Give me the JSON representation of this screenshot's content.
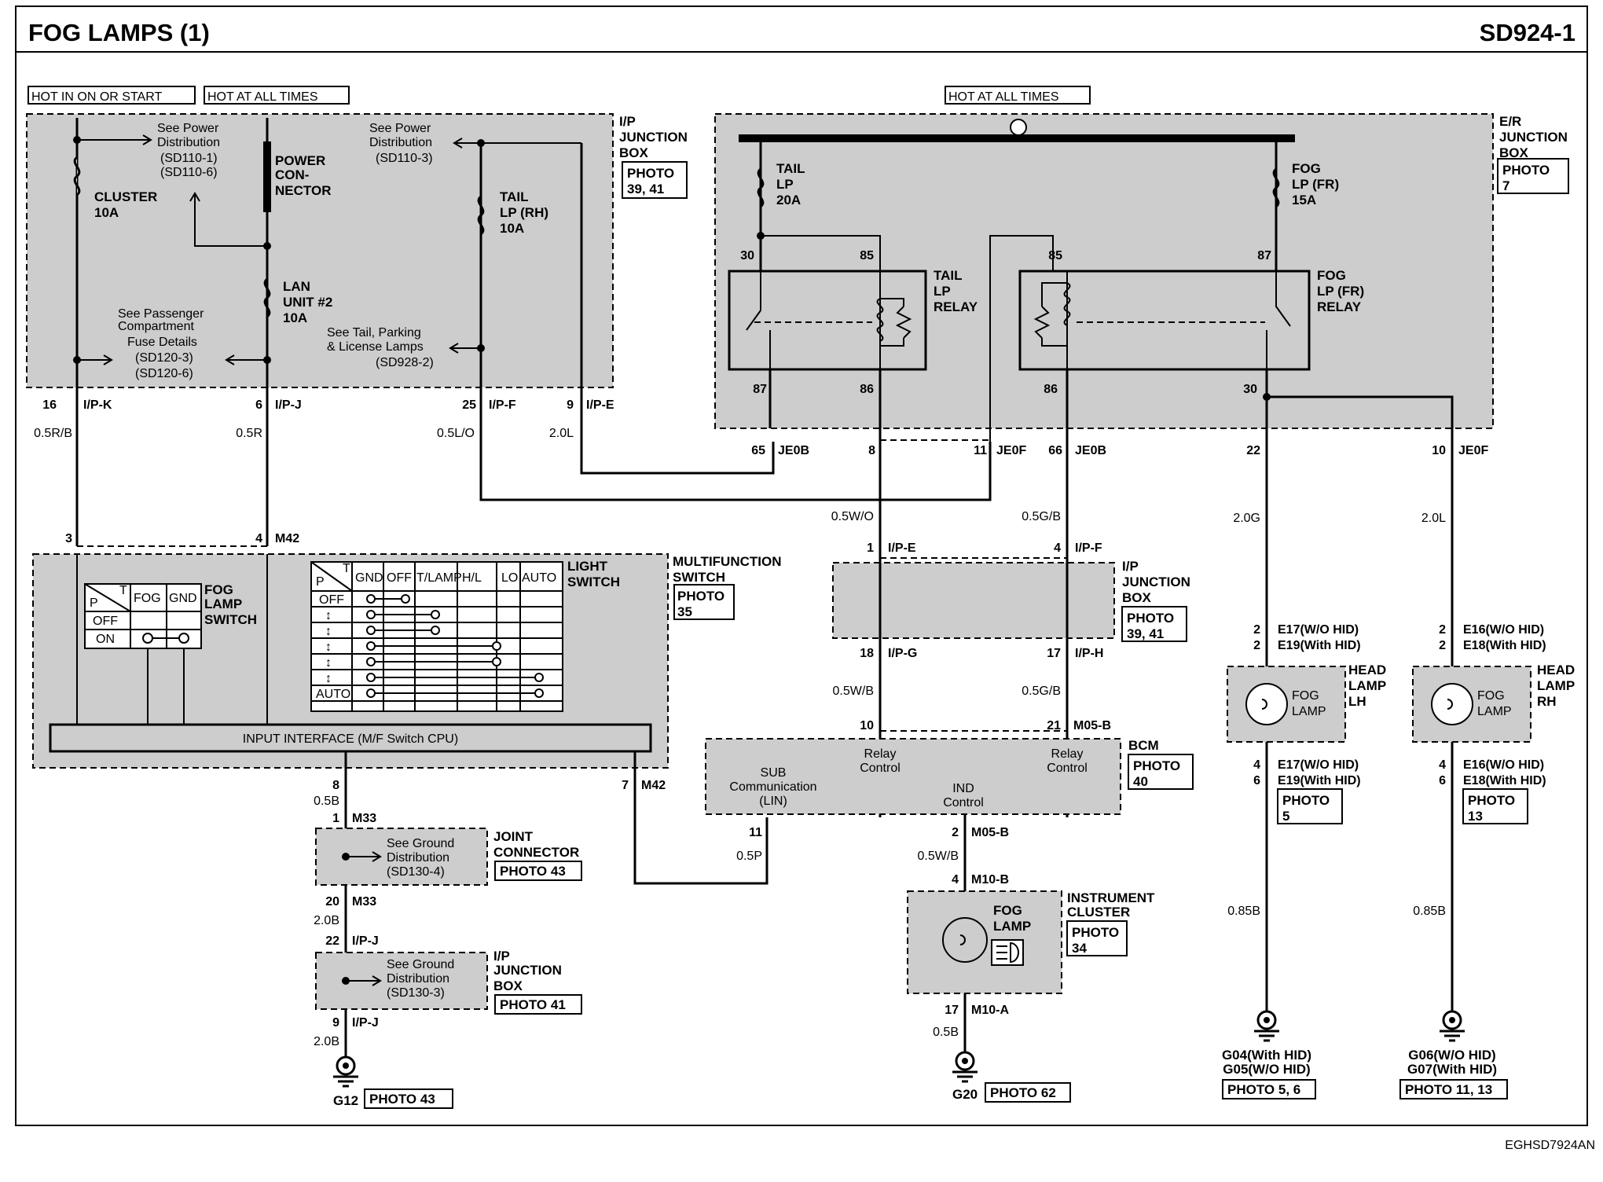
{
  "title": "FOG LAMPS (1)",
  "sheet_id": "SD924-1",
  "footer_code": "EGHSD7924AN",
  "power_labels": {
    "hot_in_on_or_start": "HOT IN ON OR START",
    "hot_at_all_times_ip": "HOT AT ALL TIMES",
    "hot_at_all_times_er": "HOT AT ALL TIMES"
  },
  "ip_junction_box": {
    "name_lines": [
      "I/P",
      "JUNCTION",
      "BOX"
    ],
    "photo_lines": [
      "PHOTO",
      "39, 41"
    ],
    "see_power_1": [
      "See Power",
      "Distribution",
      "(SD110-1)",
      "(SD110-6)"
    ],
    "power_connector": [
      "POWER",
      "CON-",
      "NECTOR"
    ],
    "cluster_fuse": [
      "CLUSTER",
      "10A"
    ],
    "lan_fuse": [
      "LAN",
      "UNIT #2",
      "10A"
    ],
    "see_passenger": [
      "See Passenger",
      "Compartment",
      "Fuse Details",
      "(SD120-3)",
      "(SD120-6)"
    ],
    "see_power_2": [
      "See Power",
      "Distribution",
      "(SD110-3)"
    ],
    "tail_fuse": [
      "TAIL",
      "LP (RH)",
      "10A"
    ],
    "see_tail": [
      "See Tail, Parking",
      "& License Lamps",
      "(SD928-2)"
    ],
    "pins": [
      {
        "num": "16",
        "conn": "I/P-K",
        "wire": "0.5R/B"
      },
      {
        "num": "6",
        "conn": "I/P-J",
        "wire": "0.5R"
      },
      {
        "num": "25",
        "conn": "I/P-F",
        "wire": "0.5L/O"
      },
      {
        "num": "9",
        "conn": "I/P-E",
        "wire": "2.0L"
      }
    ]
  },
  "er_junction_box": {
    "name_lines": [
      "E/R",
      "JUNCTION",
      "BOX"
    ],
    "photo_lines": [
      "PHOTO",
      "7"
    ],
    "tail_fuse": [
      "TAIL",
      "LP",
      "20A"
    ],
    "fog_fuse": [
      "FOG",
      "LP (FR)",
      "15A"
    ],
    "tail_relay": [
      "TAIL",
      "LP",
      "RELAY"
    ],
    "fog_relay": [
      "FOG",
      "LP (FR)",
      "RELAY"
    ],
    "relay_pins": [
      "30",
      "85",
      "87",
      "86",
      "85",
      "87",
      "86",
      "30"
    ],
    "bottom_pins": [
      {
        "num": "65",
        "conn": "JE0B"
      },
      {
        "num": "8",
        "conn": ""
      },
      {
        "num": "11",
        "conn": "JE0F"
      },
      {
        "num": "66",
        "conn": "JE0B"
      },
      {
        "num": "22",
        "conn": ""
      },
      {
        "num": "10",
        "conn": "JE0F"
      }
    ]
  },
  "multifunction_switch": {
    "name_lines": [
      "MULTIFUNCTION",
      "SWITCH"
    ],
    "photo_lines": [
      "PHOTO",
      "35"
    ],
    "top_pins": [
      {
        "num": "3",
        "conn": ""
      },
      {
        "num": "4",
        "conn": "M42"
      }
    ],
    "fog_switch": {
      "name_lines": [
        "FOG",
        "LAMP",
        "SWITCH"
      ],
      "header": [
        "P",
        "T",
        "FOG",
        "GND"
      ],
      "rows": [
        "OFF",
        "ON"
      ]
    },
    "light_switch": {
      "name_lines": [
        "LIGHT",
        "SWITCH"
      ],
      "header": [
        "P",
        "T",
        "GND",
        "OFF",
        "T/LAMP",
        "H/L",
        "LO",
        "AUTO"
      ],
      "rows": [
        "OFF",
        "↕",
        "↕",
        "↕",
        "↕",
        "↕",
        "AUTO"
      ]
    },
    "interface": "INPUT INTERFACE (M/F Switch CPU)",
    "bottom_pins": [
      {
        "num": "8",
        "conn": "",
        "wire": "0.5B"
      },
      {
        "num": "7",
        "conn": "M42",
        "wire": ""
      }
    ]
  },
  "ip_junction_box_2": {
    "name_lines": [
      "I/P",
      "JUNCTION",
      "BOX"
    ],
    "photo_lines": [
      "PHOTO",
      "39, 41"
    ],
    "in_pins": [
      {
        "num": "1",
        "conn": "I/P-E",
        "wire": "0.5W/O"
      },
      {
        "num": "4",
        "conn": "I/P-F",
        "wire": "0.5G/B"
      }
    ],
    "out_pins": [
      {
        "num": "18",
        "conn": "I/P-G",
        "wire": "0.5W/B"
      },
      {
        "num": "17",
        "conn": "I/P-H",
        "wire": "0.5G/B"
      }
    ]
  },
  "bcm": {
    "name": "BCM",
    "photo_lines": [
      "PHOTO",
      "40"
    ],
    "sub_comm": [
      "SUB",
      "Communication",
      "(LIN)"
    ],
    "relay_control_1": [
      "Relay",
      "Control"
    ],
    "relay_control_2": [
      "Relay",
      "Control"
    ],
    "ind_control": [
      "IND",
      "Control"
    ],
    "in_pins": [
      {
        "num": "10",
        "conn": ""
      },
      {
        "num": "21",
        "conn": "M05-B"
      }
    ],
    "out_pins": [
      {
        "num": "11",
        "conn": "",
        "wire": "0.5P"
      },
      {
        "num": "2",
        "conn": "M05-B",
        "wire": "0.5W/B"
      }
    ]
  },
  "joint_connector": {
    "name_lines": [
      "JOINT",
      "CONNECTOR"
    ],
    "photo": "PHOTO 43",
    "see_ground": [
      "See Ground",
      "Distribution",
      "(SD130-4)"
    ],
    "pins": [
      {
        "num": "1",
        "conn": "M33"
      },
      {
        "num": "20",
        "conn": "M33",
        "wire": "2.0B"
      }
    ]
  },
  "ip_junction_box_3": {
    "name_lines": [
      "I/P",
      "JUNCTION",
      "BOX"
    ],
    "photo": "PHOTO 41",
    "see_ground": [
      "See Ground",
      "Distribution",
      "(SD130-3)"
    ],
    "pins": [
      {
        "num": "22",
        "conn": "I/P-J"
      },
      {
        "num": "9",
        "conn": "I/P-J",
        "wire": "2.0B"
      }
    ]
  },
  "ground_g12": {
    "name": "G12",
    "photo": "PHOTO 43"
  },
  "instrument_cluster": {
    "name_lines": [
      "INSTRUMENT",
      "CLUSTER"
    ],
    "photo_lines": [
      "PHOTO",
      "34"
    ],
    "fog_lamp": [
      "FOG",
      "LAMP"
    ],
    "pins": [
      {
        "num": "4",
        "conn": "M10-B"
      },
      {
        "num": "17",
        "conn": "M10-A",
        "wire": "0.5B"
      }
    ]
  },
  "ground_g20": {
    "name": "G20",
    "photo": "PHOTO 62"
  },
  "head_lamp_lh": {
    "name_lines": [
      "HEAD",
      "LAMP",
      "LH"
    ],
    "fog_lamp": [
      "FOG",
      "LAMP"
    ],
    "wire_in": "2.0G",
    "top_pins": [
      "2",
      "2"
    ],
    "top_conns": [
      "E17(W/O HID)",
      "E19(With HID)"
    ],
    "bottom_pins": [
      "4",
      "6"
    ],
    "bottom_conns": [
      "E17(W/O HID)",
      "E19(With HID)"
    ],
    "photo_lines": [
      "PHOTO",
      "5"
    ],
    "wire_out": "0.85B",
    "grounds": [
      "G04(With HID)",
      "G05(W/O HID)"
    ],
    "ground_photo": "PHOTO 5, 6"
  },
  "head_lamp_rh": {
    "name_lines": [
      "HEAD",
      "LAMP",
      "RH"
    ],
    "fog_lamp": [
      "FOG",
      "LAMP"
    ],
    "wire_in": "2.0L",
    "top_pins": [
      "2",
      "2"
    ],
    "top_conns": [
      "E16(W/O HID)",
      "E18(With HID)"
    ],
    "bottom_pins": [
      "4",
      "6"
    ],
    "bottom_conns": [
      "E16(W/O HID)",
      "E18(With HID)"
    ],
    "photo_lines": [
      "PHOTO",
      "13"
    ],
    "wire_out": "0.85B",
    "grounds": [
      "G06(W/O HID)",
      "G07(With HID)"
    ],
    "ground_photo": "PHOTO 11, 13"
  }
}
